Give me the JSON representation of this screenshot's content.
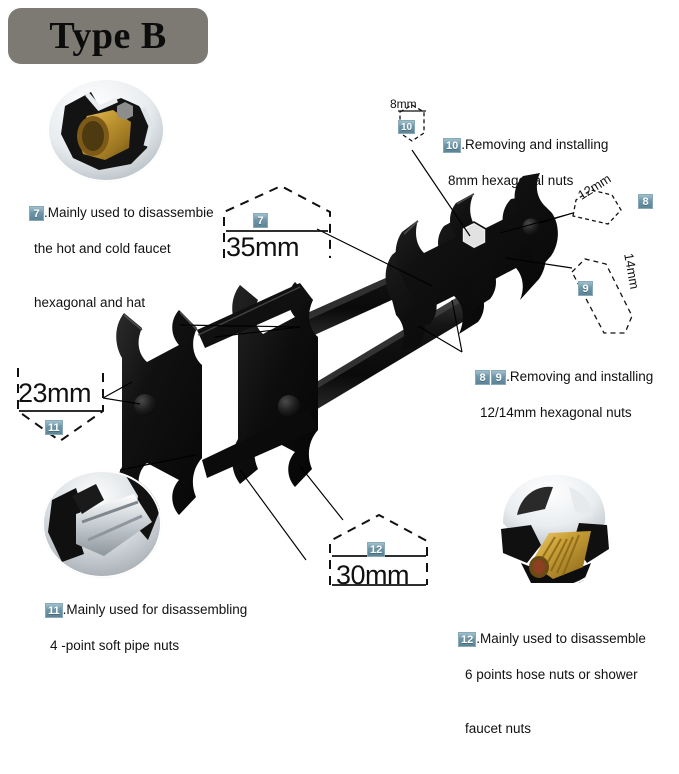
{
  "header": {
    "type_label": "Type B",
    "pill_color": "#7c7a72"
  },
  "theme": {
    "badge_color": "#6e96a8",
    "tool_color": "#1a1a1a",
    "background": "#ffffff",
    "brass_color": "#c9a227"
  },
  "dimensions": {
    "d35": "35mm",
    "d23": "23mm",
    "d30": "30mm",
    "d8": "8mm",
    "d12": "12mm",
    "d14": "14mm"
  },
  "badges": {
    "b7": "7",
    "b8": "8",
    "b9": "9",
    "b10": "10",
    "b11": "11",
    "b12": "12"
  },
  "captions": {
    "c7": {
      "num": "7",
      "line1": ".Mainly used to disassembie",
      "line2": "the hot and cold faucet",
      "line3": "hexagonal and hat"
    },
    "c10": {
      "num": "10",
      "line1": ".Removing and installing",
      "line2": "8mm hexagonal nuts"
    },
    "c89": {
      "num1": "8",
      "num2": "9",
      "line1": ".Removing and installing",
      "line2": "12/14mm hexagonal nuts"
    },
    "c11": {
      "num": "11",
      "line1": ".Mainly used for disassembling",
      "line2": "4 -point soft pipe nuts"
    },
    "c12": {
      "num": "12",
      "line1": ".Mainly used to disassemble",
      "line2": "6 points hose nuts or shower",
      "line3": "faucet nuts"
    }
  },
  "photos": {
    "p7": "wrench-on-brass-hex-nut-photo",
    "p11": "wrench-on-chrome-pipe-nut-photo",
    "p12": "wrench-on-brass-shower-hose-photo"
  },
  "tool": {
    "name": "dual-head-multifunction-faucet-wrench"
  }
}
